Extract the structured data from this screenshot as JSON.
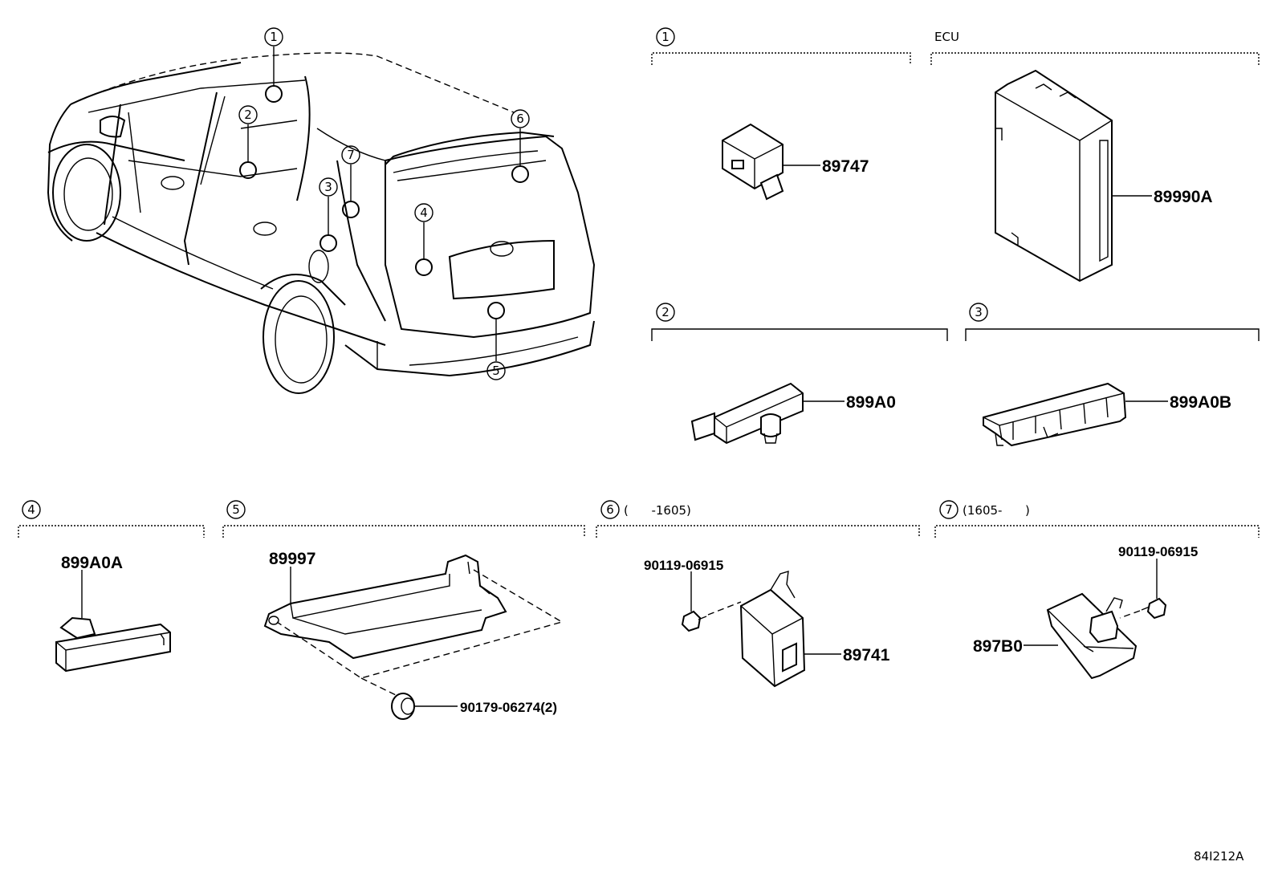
{
  "diagram": {
    "code": "84I212A",
    "ecu_label": "ECU",
    "sections": [
      {
        "callout": "1"
      },
      {
        "callout": "2"
      },
      {
        "callout": "3"
      },
      {
        "callout": "4"
      },
      {
        "callout": "5"
      },
      {
        "callout": "6",
        "range": "(      -1605)"
      },
      {
        "callout": "7",
        "range": "(1605-      )"
      }
    ],
    "car_callouts": [
      "1",
      "2",
      "3",
      "4",
      "5",
      "6",
      "7"
    ],
    "parts": {
      "p1": "89747",
      "ecu": "89990A",
      "p2": "899A0",
      "p3": "899A0B",
      "p4": "899A0A",
      "p5": "89997",
      "p5_fastener": "90179-06274(2)",
      "p6": "89741",
      "p6_fastener": "90119-06915",
      "p7": "897B0",
      "p7_fastener": "90119-06915"
    }
  }
}
